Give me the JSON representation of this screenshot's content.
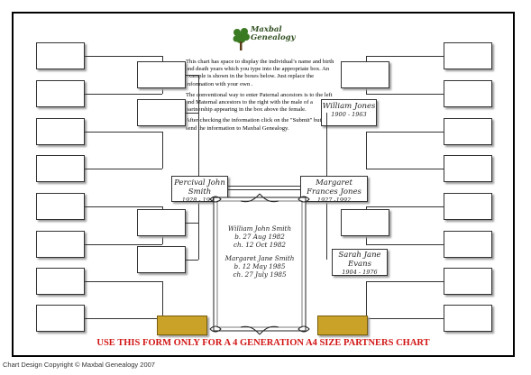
{
  "logo": {
    "line1": "Maxbal",
    "line2": "Genealogy"
  },
  "info": {
    "p1": "This chart has space to display the individual’s name and birth and death years which you type into the appropriate box. An example is shown in the boxes below. Just replace the information with your own .",
    "p2": "The conventional way to enter Paternal ancestors is to the left and Maternal ancestors to the right with the male of a partnership appearing in the box above the female.",
    "p3": "After checking the information click on the \"Submit\" button to send the information to Maxbal Genealogy."
  },
  "people": {
    "percival": {
      "name": "Percival John Smith",
      "years": "1928 - 1995"
    },
    "margaret": {
      "name": "Margaret Frances Jones",
      "years": "1927 -1992"
    },
    "william": {
      "name": "William Jones",
      "years": "1900 - 1963"
    },
    "sarah": {
      "name": "Sarah Jane Evans",
      "years": "1904 - 1976"
    }
  },
  "center": {
    "child1_name": "William John Smith",
    "child1_birth": "b. 27 Aug 1982",
    "child1_christening": "ch. 12 Oct 1982",
    "child2_name": "Margaret Jane Smith",
    "child2_birth": "b. 12 May 1985",
    "child2_christening": "ch. 27 July 1985"
  },
  "footer": {
    "notice": "USE THIS FORM ONLY FOR A  4 GENERATION A4 SIZE PARTNERS CHART",
    "copyright": "Chart Design Copyright © Maxbal Genealogy 2007"
  },
  "colors": {
    "notice": "#d21414",
    "gold_button": "#c9a227",
    "logo_green": "#2f4f1f"
  }
}
